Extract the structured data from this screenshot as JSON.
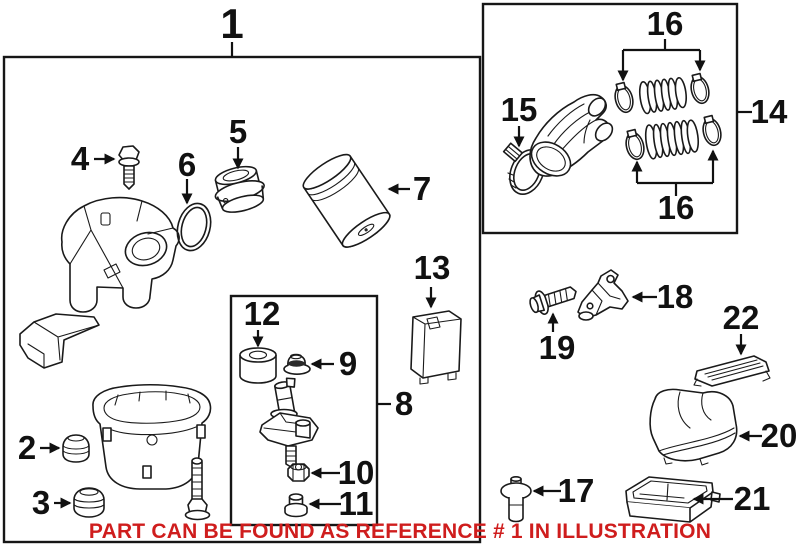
{
  "note": {
    "text": "PART CAN BE FOUND AS REFERENCE # 1 IN ILLUSTRATION",
    "color": "#cf1d1d"
  },
  "colors": {
    "line": "#1a1a1a",
    "label": "#111111",
    "background": "#ffffff",
    "box_border": "#161616"
  },
  "labels": {
    "c1": "1",
    "c2": "2",
    "c3": "3",
    "c4": "4",
    "c5": "5",
    "c6": "6",
    "c7": "7",
    "c8": "8",
    "c9": "9",
    "c10": "10",
    "c11": "11",
    "c12": "12",
    "c13": "13",
    "c14": "14",
    "c15": "15",
    "c16": "16",
    "c17": "17",
    "c18": "18",
    "c19": "19",
    "c20": "20",
    "c21": "21",
    "c22": "22"
  }
}
